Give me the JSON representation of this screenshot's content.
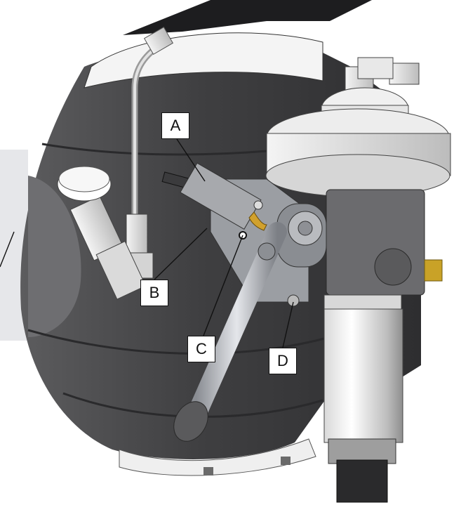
{
  "callouts": [
    {
      "id": "A",
      "label": "A"
    },
    {
      "id": "B",
      "label": "B"
    },
    {
      "id": "C",
      "label": "C"
    },
    {
      "id": "D",
      "label": "D"
    }
  ],
  "colors": {
    "body_dark": "#4a4a4c",
    "body_mid": "#6d6d70",
    "body_light": "#9a9a9d",
    "panel_bg": "#e6e7ea",
    "metal_light": "#ececec",
    "handle_grip": "#5a5a5c",
    "brass": "#c9a227"
  }
}
